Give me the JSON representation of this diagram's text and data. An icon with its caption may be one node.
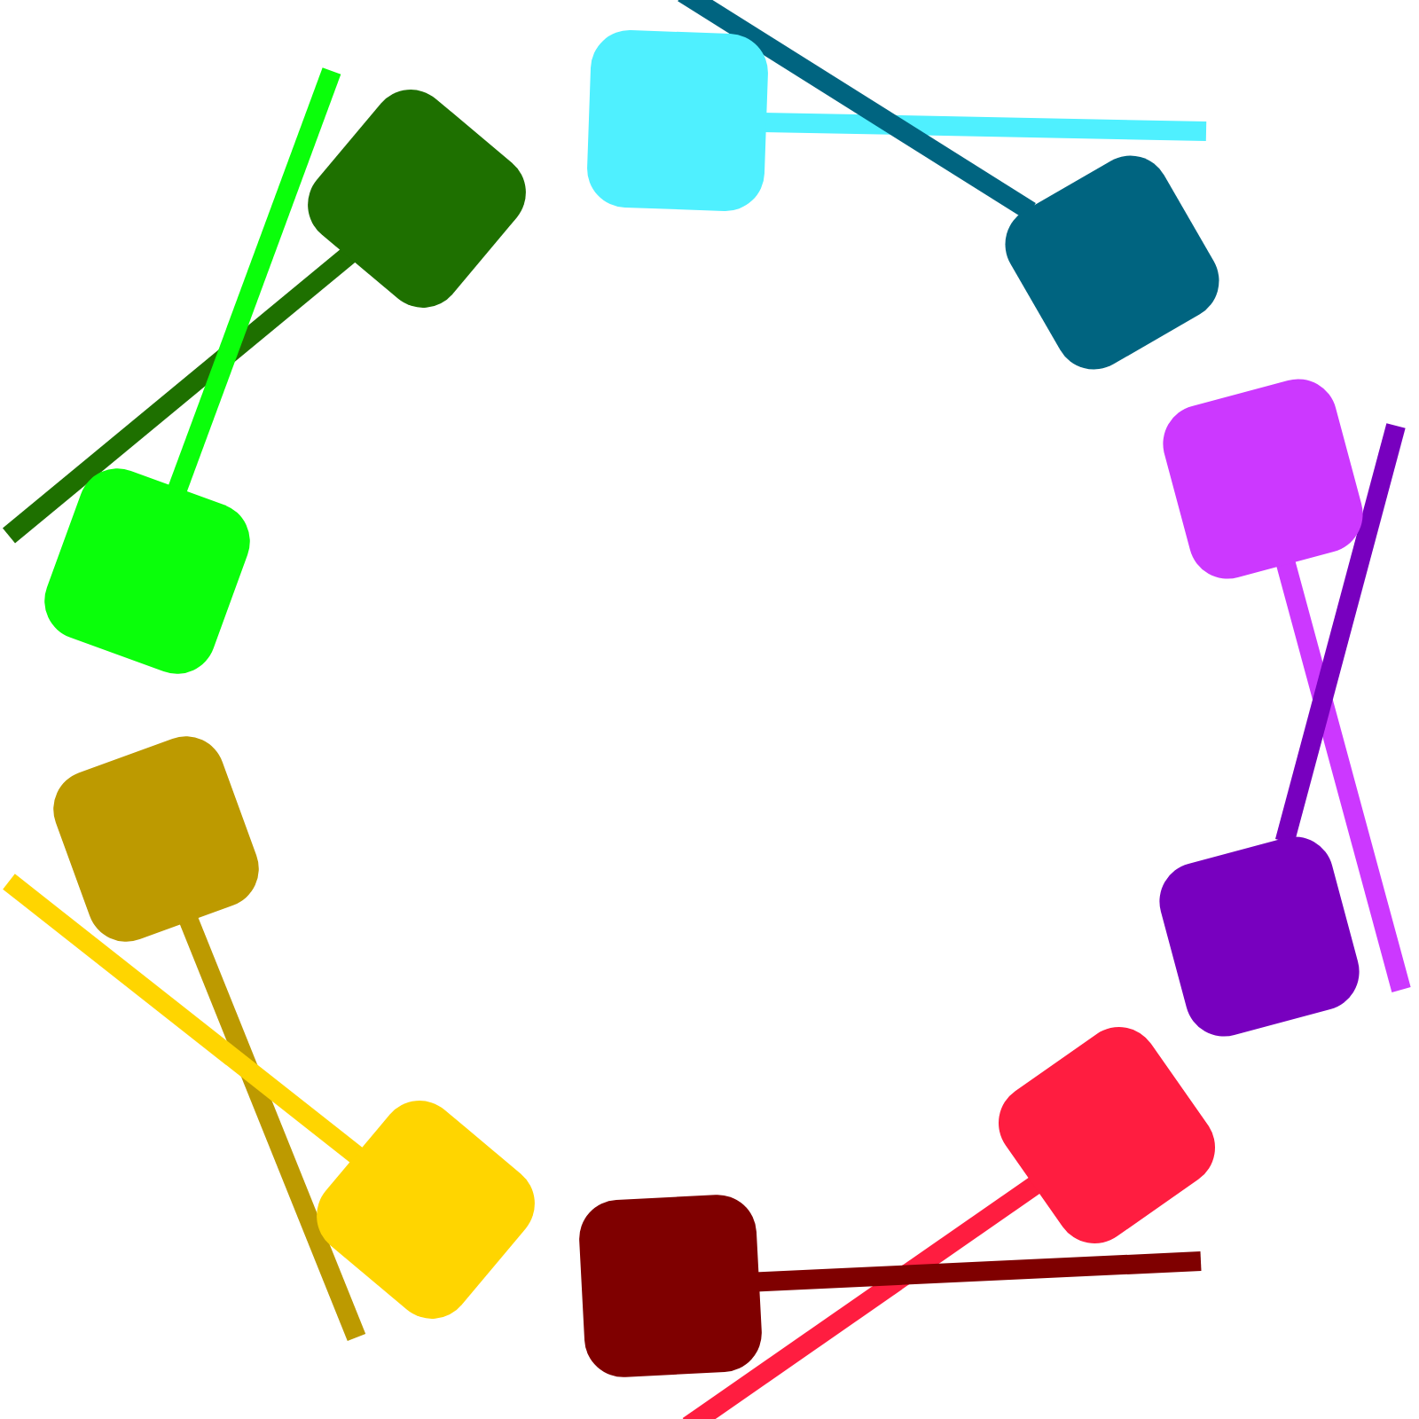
{
  "diagram": {
    "nodes": [
      {
        "text": [],
        "shape": "box"
      },
      {
        "text": [],
        "shape": "box"
      },
      {
        "text": [],
        "shape": "box"
      },
      {
        "text": [],
        "shape": "box"
      },
      {
        "text": [],
        "shape": "box"
      },
      {
        "text": [],
        "shape": "box"
      },
      {
        "text": [],
        "shape": "box"
      },
      {
        "text": [],
        "shape": "box"
      },
      {
        "text": [],
        "shape": "box"
      },
      {
        "text": [],
        "shape": "box"
      }
    ],
    "edges": [
      {
        "from": 0,
        "to": null,
        "arrow": "none",
        "color": "#4ff0ff"
      },
      {
        "from": 1,
        "to": null,
        "arrow": "none",
        "color": "#1e7000"
      },
      {
        "from": 2,
        "to": null,
        "arrow": "none",
        "color": "#006480"
      },
      {
        "from": 3,
        "to": null,
        "arrow": "none",
        "color": "#cc38ff"
      },
      {
        "from": 4,
        "to": null,
        "arrow": "none",
        "color": "#0aff0a"
      },
      {
        "from": 5,
        "to": null,
        "arrow": "none",
        "color": "#bd9a00"
      },
      {
        "from": 6,
        "to": null,
        "arrow": "none",
        "color": "#7800bf"
      },
      {
        "from": 7,
        "to": null,
        "arrow": "none",
        "color": "#ff1d40"
      },
      {
        "from": 8,
        "to": null,
        "arrow": "none",
        "color": "#ffd500"
      },
      {
        "from": 9,
        "to": null,
        "arrow": "none",
        "color": "#7f0000"
      }
    ]
  }
}
